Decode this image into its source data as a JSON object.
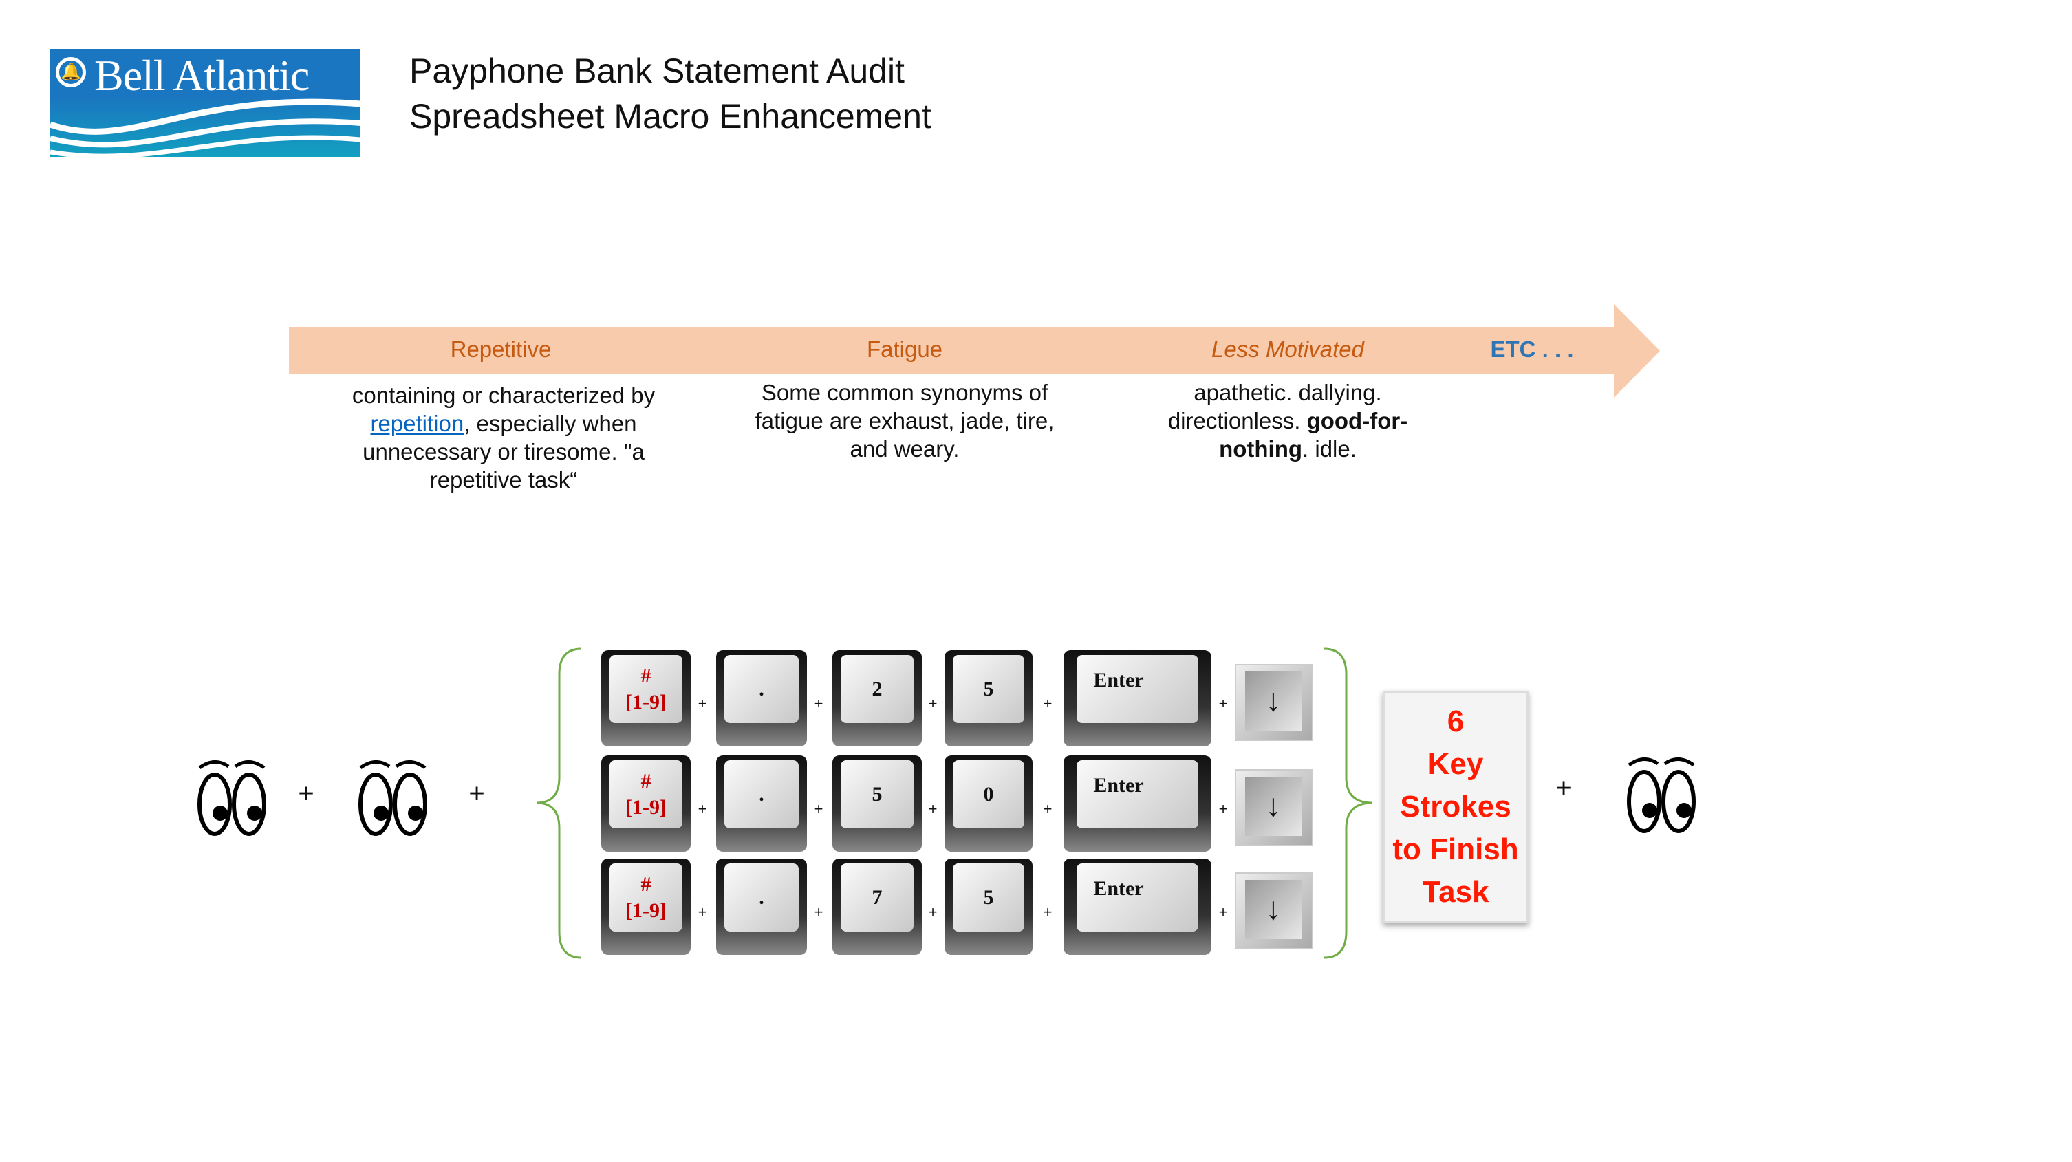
{
  "logo": {
    "text": "Bell Atlantic"
  },
  "header": {
    "title_line1": "Payphone Bank Statement Audit",
    "title_line2": "Spreadsheet Macro Enhancement"
  },
  "timeline": {
    "stages": [
      {
        "label": "Repetitive",
        "body_pre": "containing or characterized by ",
        "body_link": "repetition",
        "body_post": ", especially when unnecessary or tiresome. \"a repetitive task“"
      },
      {
        "label": "Fatigue",
        "body": "Some common synonyms of fatigue are exhaust, jade, tire, and weary."
      },
      {
        "label": "Less Motivated",
        "body_pre": "apathetic. dallying. directionless. ",
        "body_bold": "good-for-nothing",
        "body_post": ". idle."
      },
      {
        "label": "ETC . . ."
      }
    ],
    "colors": {
      "band": "#f8cbad",
      "label": "#c55a11",
      "etc": "#2e75b6"
    }
  },
  "equation": {
    "plus": "+",
    "rows": [
      {
        "keys": [
          "#",
          "[1-9]",
          ".",
          "2",
          "5",
          "Enter",
          "↓"
        ]
      },
      {
        "keys": [
          "#",
          "[1-9]",
          ".",
          "5",
          "0",
          "Enter",
          "↓"
        ]
      },
      {
        "keys": [
          "#",
          "[1-9]",
          ".",
          "7",
          "5",
          "Enter",
          "↓"
        ]
      }
    ],
    "callout": [
      "6",
      "Key",
      "Strokes",
      "to Finish",
      "Task"
    ]
  }
}
